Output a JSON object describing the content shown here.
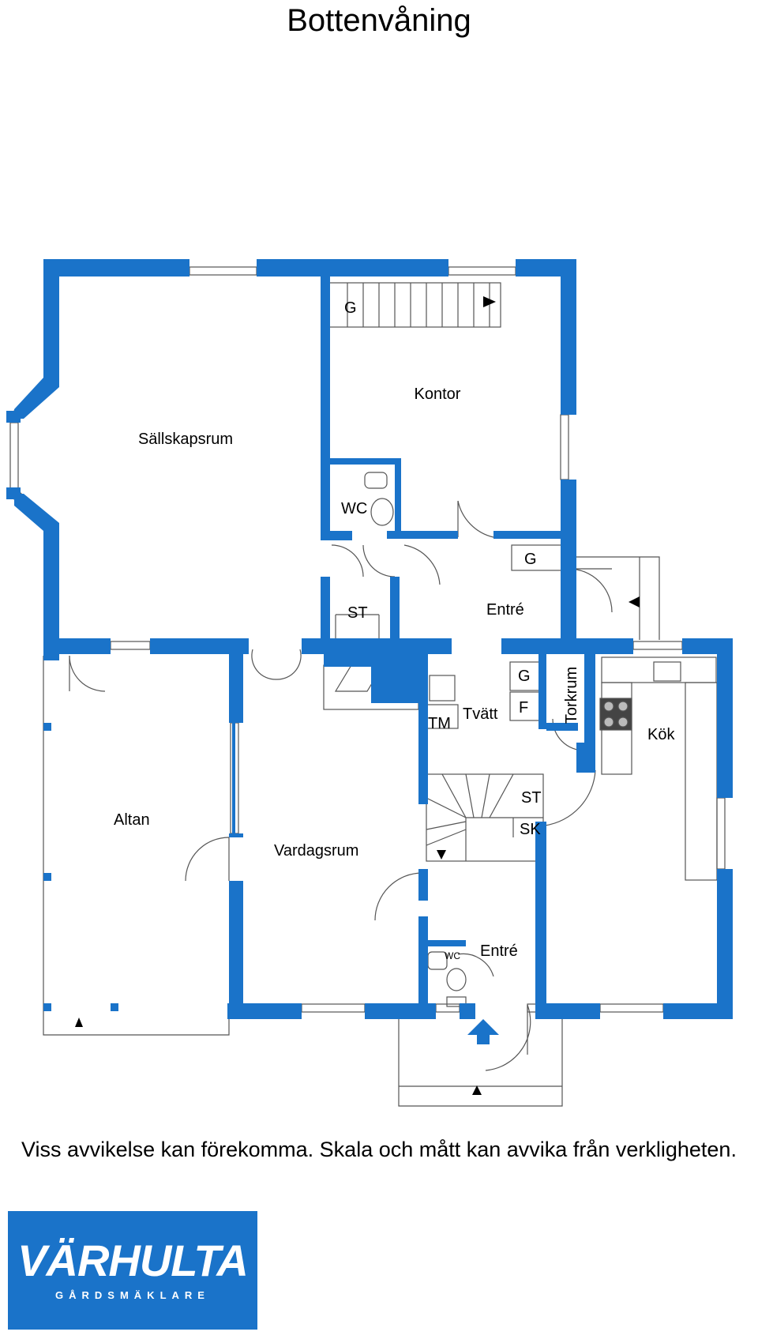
{
  "title": "Bottenvåning",
  "colors": {
    "wall": "#1a73c9",
    "line": "#555555",
    "logo_bg": "#1a73c9"
  },
  "rooms": {
    "sallskapsrum": "Sällskapsrum",
    "kontor": "Kontor",
    "wc_upper": "WC",
    "st_upper": "ST",
    "entre_upper": "Entré",
    "altan": "Altan",
    "vardagsrum": "Vardagsrum",
    "tm": "TM",
    "tvatt": "Tvätt",
    "torkrum": "Torkrum",
    "kok": "Kök",
    "st_lower": "ST",
    "sk": "SK",
    "entre_lower": "Entré",
    "wc_lower": "WC"
  },
  "fixtures": {
    "g_kontor": "G",
    "g_entre": "G",
    "g_tvatt": "G",
    "f_tvatt": "F"
  },
  "disclaimer": "Viss avvikelse kan förekomma. Skala och mått kan avvika från verkligheten.",
  "logo": {
    "brand": "VÄRHULTA",
    "tagline": "GÅRDSMÄKLARE"
  }
}
